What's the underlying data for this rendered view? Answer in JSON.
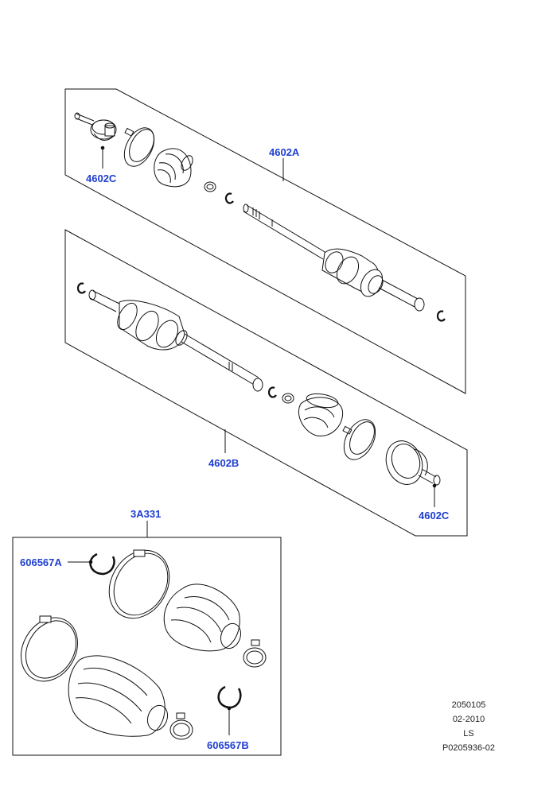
{
  "callouts": {
    "upper_shaft": "4602A",
    "upper_outer_joint": "4602C",
    "lower_shaft": "4602B",
    "lower_outer_joint": "4602C",
    "boot_kit": "3A331",
    "clip_a": "606567A",
    "clip_b": "606567B"
  },
  "footer": {
    "line1": "2050105",
    "line2": "02-2010",
    "line3": "LS",
    "line4": "P0205936-02"
  },
  "colors": {
    "callout_text": "#1f3fd0",
    "line_art": "#111111"
  }
}
